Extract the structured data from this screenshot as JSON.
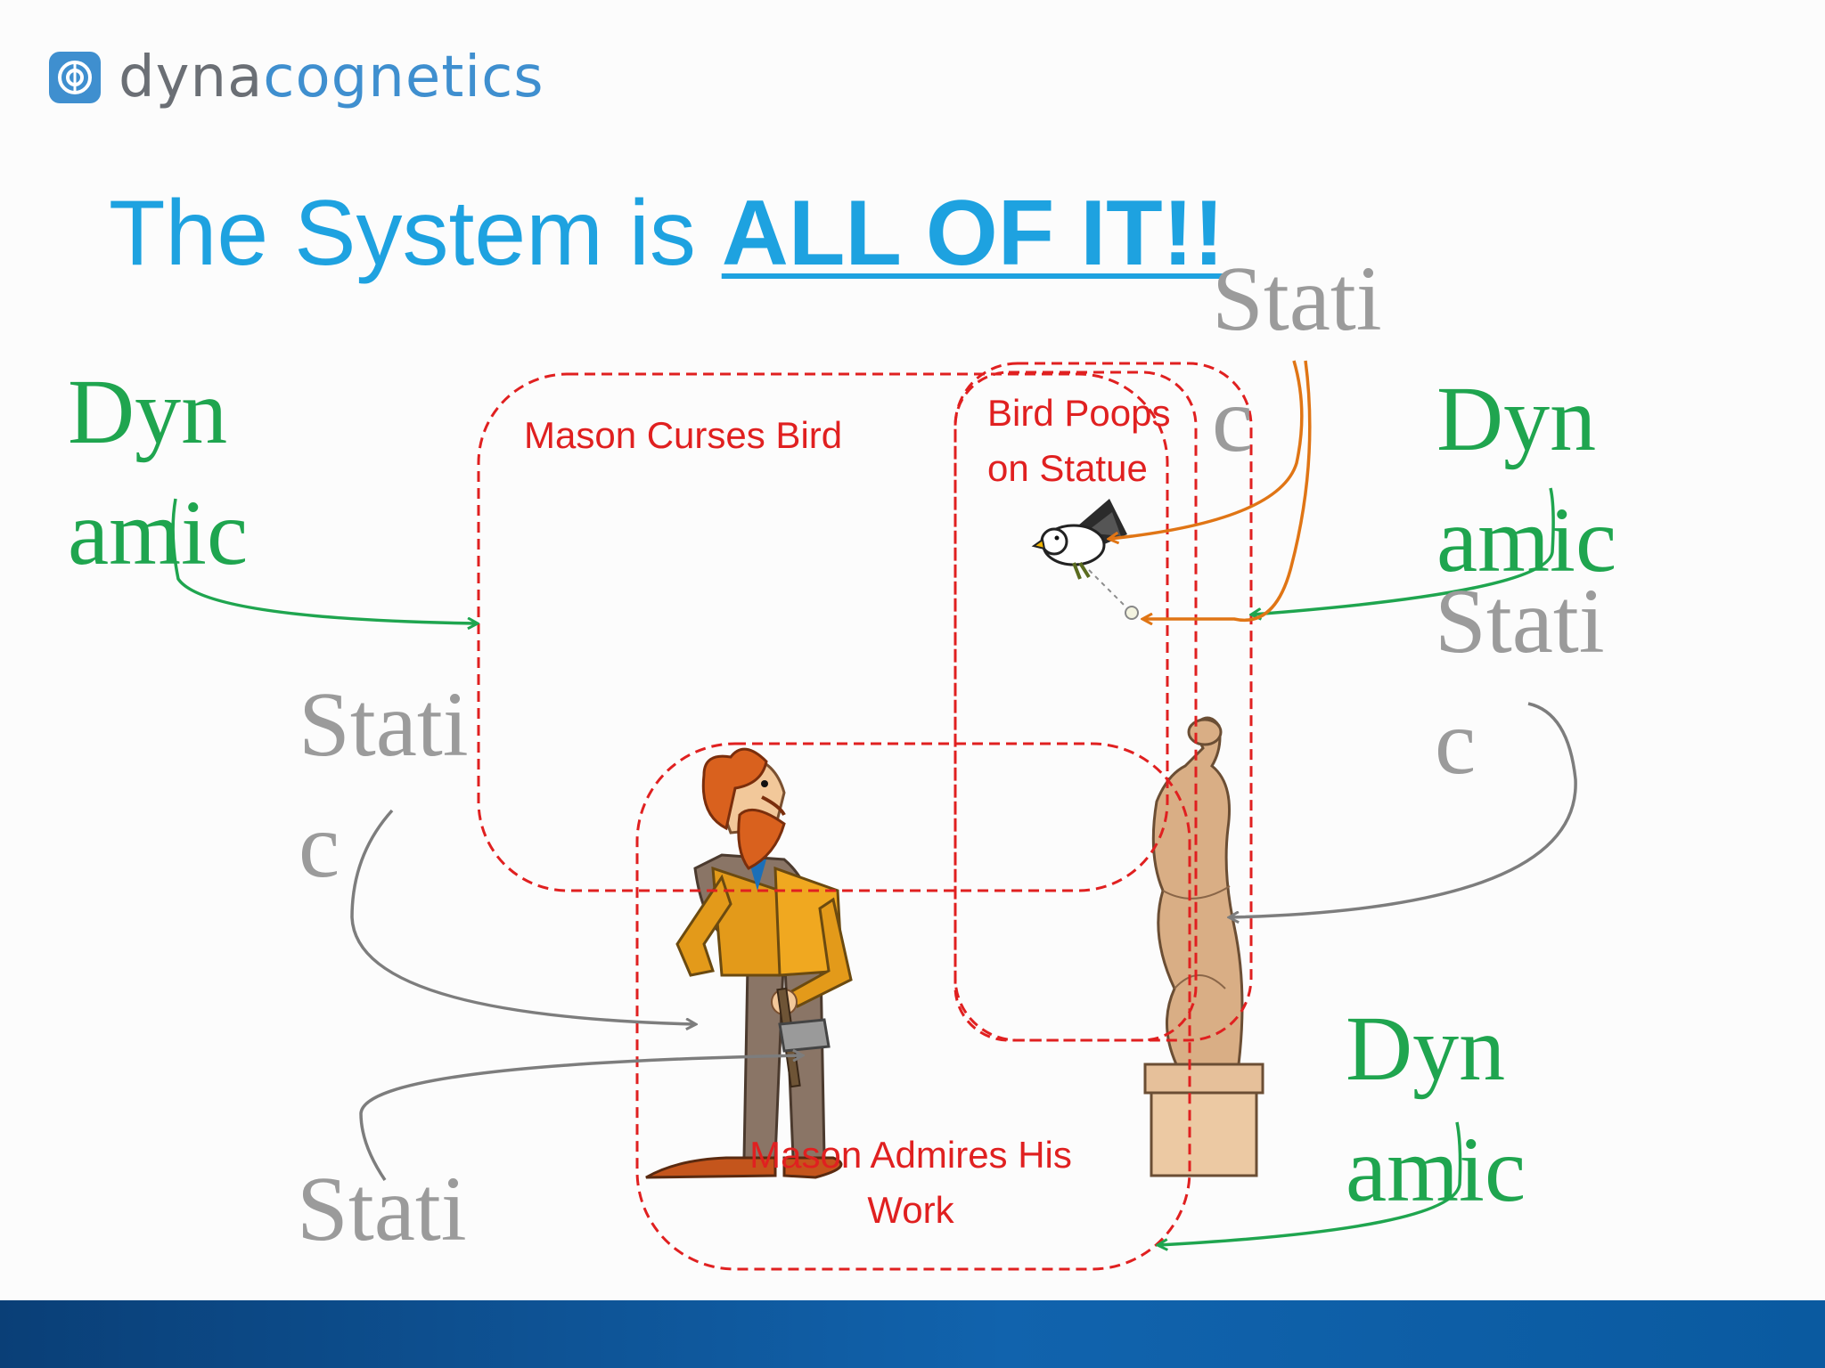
{
  "logo": {
    "text_a": "dyna",
    "text_b": "cognetics",
    "icon": "dynacognetics-logo-icon"
  },
  "title": {
    "prefix": "The System is ",
    "emphasis": "ALL OF IT!!"
  },
  "labels": {
    "dynamic_1": "Dynamic",
    "dynamic_2": "Dynamic",
    "dynamic_3": "Dynamic",
    "static_1": "Static",
    "static_2": "Static",
    "static_3": "Static",
    "static_4": "Static"
  },
  "boxes": {
    "mason_curses_bird": "Mason Curses Bird",
    "bird_poops_on_statue": "Bird Poops on Statue",
    "mason_admires_his_work": "Mason Admires His Work"
  },
  "illustrations": [
    "bird-illustration",
    "mason-illustration",
    "statue-illustration"
  ],
  "colors": {
    "title": "#1ea2e0",
    "dynamic": "#1fa54f",
    "static": "#9b9b9b",
    "box_border": "#e02020",
    "orange_arrow": "#e07515",
    "footer": "#1163ad"
  }
}
